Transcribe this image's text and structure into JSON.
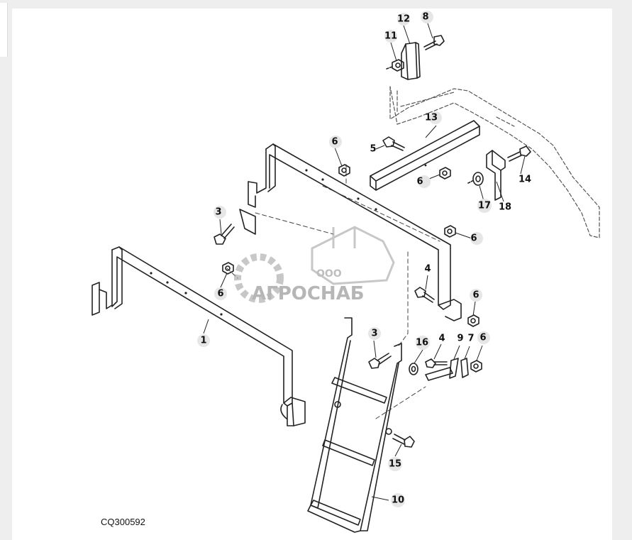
{
  "diagram": {
    "drawing_code": "CQ300592",
    "callouts": [
      {
        "id": "12",
        "label": "12"
      },
      {
        "id": "8",
        "label": "8"
      },
      {
        "id": "11",
        "label": "11"
      },
      {
        "id": "13",
        "label": "13"
      },
      {
        "id": "5",
        "label": "5"
      },
      {
        "id": "6a",
        "label": "6"
      },
      {
        "id": "6b",
        "label": "6"
      },
      {
        "id": "14",
        "label": "14"
      },
      {
        "id": "17",
        "label": "17"
      },
      {
        "id": "18",
        "label": "18"
      },
      {
        "id": "3a",
        "label": "3"
      },
      {
        "id": "6c",
        "label": "6"
      },
      {
        "id": "6d",
        "label": "6"
      },
      {
        "id": "4a",
        "label": "4"
      },
      {
        "id": "6e",
        "label": "6"
      },
      {
        "id": "1",
        "label": "1"
      },
      {
        "id": "3b",
        "label": "3"
      },
      {
        "id": "16",
        "label": "16"
      },
      {
        "id": "4b",
        "label": "4"
      },
      {
        "id": "9",
        "label": "9"
      },
      {
        "id": "7",
        "label": "7"
      },
      {
        "id": "6f",
        "label": "6"
      },
      {
        "id": "15",
        "label": "15"
      },
      {
        "id": "10",
        "label": "10"
      }
    ]
  },
  "watermark": {
    "prefix": "ООО",
    "brand": "АГРОСНАБ"
  },
  "colors": {
    "line": "#222222",
    "callout_bg": "#e6e6e6",
    "watermark": "#9a9a9a"
  }
}
